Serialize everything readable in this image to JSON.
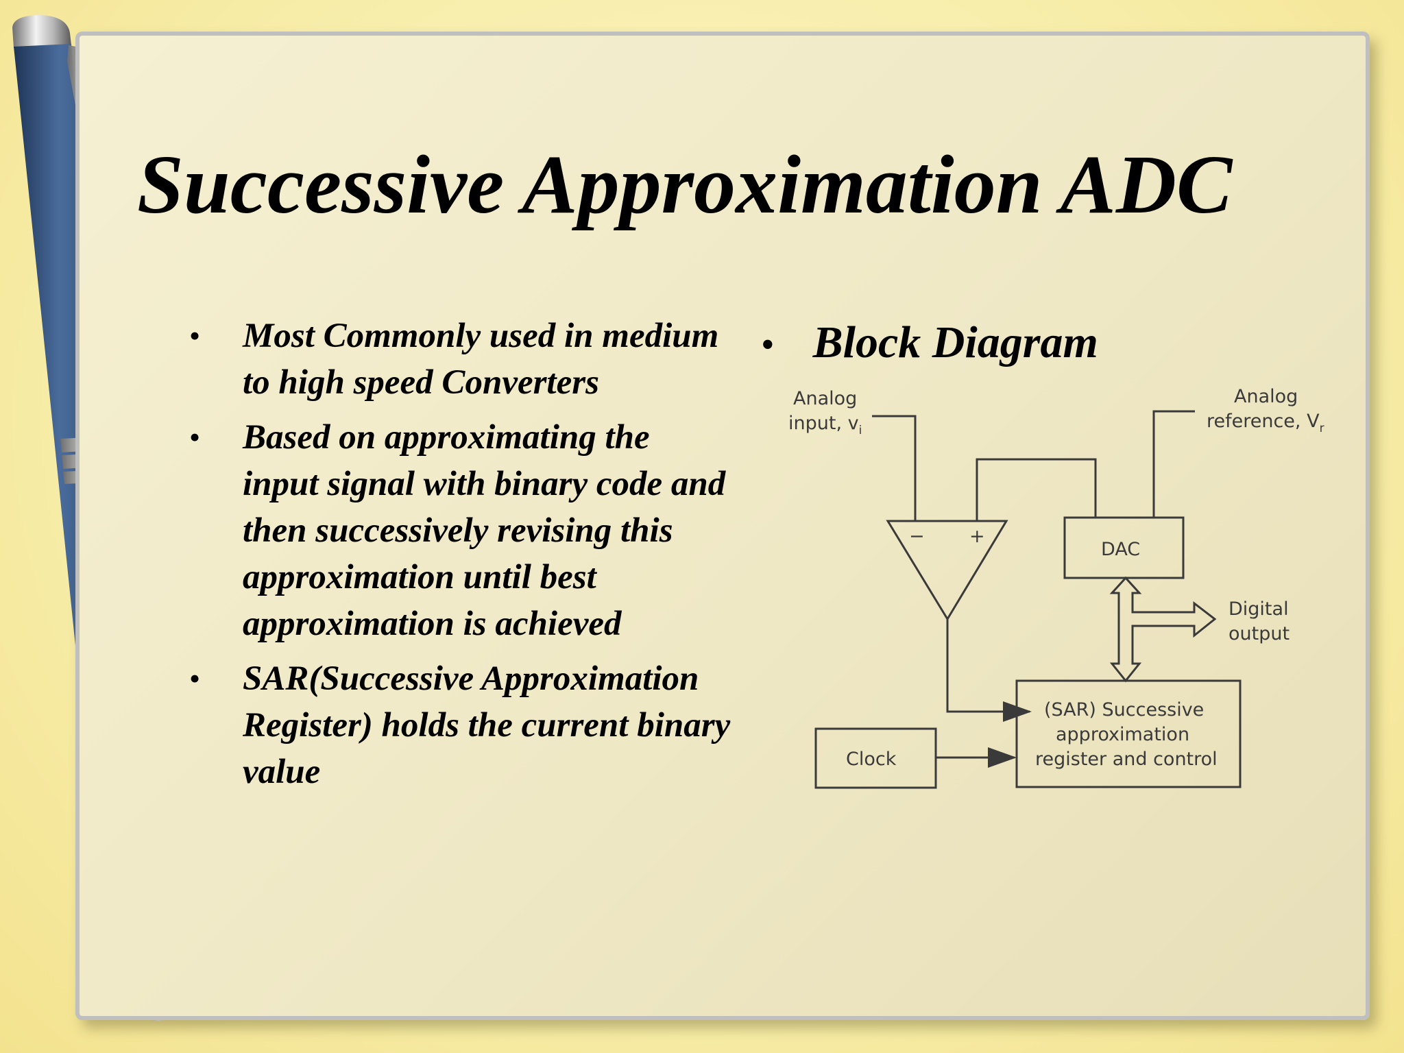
{
  "slide": {
    "title": "Successive Approximation ADC",
    "bullets": [
      "Most Commonly used in medium to high speed Converters",
      "Based on approximating the input signal with binary code and then successively revising this approximation until best approximation is achieved",
      "SAR(Successive Approximation Register) holds the current binary value"
    ],
    "right_heading": "Block Diagram",
    "bullet_glyph": "•"
  },
  "diagram": {
    "analog_input_1": "Analog",
    "analog_input_2": "input, v",
    "analog_input_sub": "i",
    "analog_ref_1": "Analog",
    "analog_ref_2": "reference, V",
    "analog_ref_sub": "r",
    "comparator_minus": "−",
    "comparator_plus": "+",
    "dac": "DAC",
    "digital_1": "Digital",
    "digital_2": "output",
    "sar_1": "(SAR) Successive",
    "sar_2": "approximation",
    "sar_3": "register and control",
    "clock": "Clock"
  },
  "colors": {
    "pen_body": "#3b5a85",
    "background": "#f7eda9"
  },
  "icons": [
    "pen-illustration"
  ]
}
